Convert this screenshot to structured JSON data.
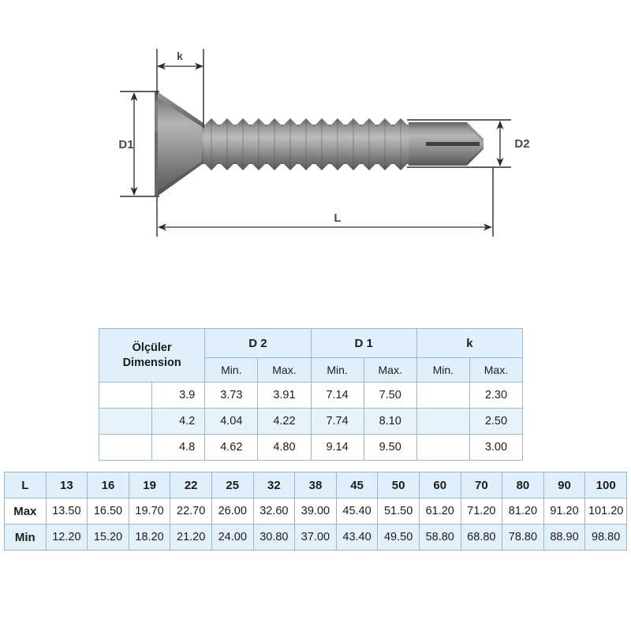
{
  "drawing": {
    "title": "self-drilling countersunk screw dimension diagram",
    "labels": {
      "k": "k",
      "d1": "D1",
      "d2": "D2",
      "l": "L"
    }
  },
  "table_dimensions": {
    "corner_label_line1": "Ölçüler",
    "corner_label_line2": "Dimension",
    "groups": [
      "D 2",
      "D 1",
      "k"
    ],
    "subheaders": [
      "Min.",
      "Max.",
      "Min.",
      "Max.",
      "Min.",
      "Max."
    ],
    "rows": [
      {
        "size": "3.9",
        "d2_min": "3.73",
        "d2_max": "3.91",
        "d1_min": "7.14",
        "d1_max": "7.50",
        "k_min": "",
        "k_max": "2.30"
      },
      {
        "size": "4.2",
        "d2_min": "4.04",
        "d2_max": "4.22",
        "d1_min": "7.74",
        "d1_max": "8.10",
        "k_min": "",
        "k_max": "2.50"
      },
      {
        "size": "4.8",
        "d2_min": "4.62",
        "d2_max": "4.80",
        "d1_min": "9.14",
        "d1_max": "9.50",
        "k_min": "",
        "k_max": "3.00"
      }
    ]
  },
  "table_lengths": {
    "header_label": "L",
    "max_label": "Max",
    "min_label": "Min",
    "lengths": [
      "13",
      "16",
      "19",
      "22",
      "25",
      "32",
      "38",
      "45",
      "50",
      "60",
      "70",
      "80",
      "90",
      "100"
    ],
    "max_values": [
      "13.50",
      "16.50",
      "19.70",
      "22.70",
      "26.00",
      "32.60",
      "39.00",
      "45.40",
      "51.50",
      "61.20",
      "71.20",
      "81.20",
      "91.20",
      "101.20"
    ],
    "min_values": [
      "12.20",
      "15.20",
      "18.20",
      "21.20",
      "24.00",
      "30.80",
      "37.00",
      "43.40",
      "49.50",
      "58.80",
      "68.80",
      "78.80",
      "88.90",
      "98.80"
    ]
  },
  "colors": {
    "header_fill": "#dff0fa",
    "row_alt_fill": "#e6f3fb",
    "border": "#9ab8c8",
    "dimension_line": "#2b2b2b",
    "label_text": "#4a4a42",
    "metal_dark": "#5e5e5e",
    "metal_light": "#b9b9b9"
  }
}
